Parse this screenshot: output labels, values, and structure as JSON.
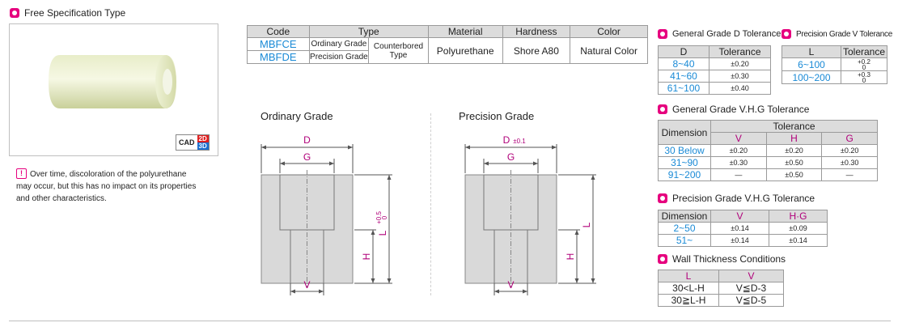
{
  "section_title": "Free Specification Type",
  "cad_badge": {
    "label": "CAD",
    "v2d": "2D",
    "v3d": "3D"
  },
  "note": {
    "icon": "!",
    "lines": [
      "Over time, discoloration of the polyurethane",
      "may occur, but this has no impact on its properties",
      "and other characteristics."
    ]
  },
  "spec_table": {
    "headers": {
      "code": "Code",
      "type": "Type",
      "material": "Material",
      "hardness": "Hardness",
      "color": "Color"
    },
    "rows": [
      {
        "code": "MBFCE",
        "grade": "Ordinary Grade"
      },
      {
        "code": "MBFDE",
        "grade": "Precision Grade"
      }
    ],
    "type_shape": "Counterbored Type",
    "material": "Polyurethane",
    "hardness": "Shore A80",
    "color": "Natural Color"
  },
  "diagram_ordinary": {
    "title": "Ordinary Grade",
    "labels": {
      "D": "D",
      "G": "G",
      "H": "H",
      "V": "V",
      "L": "L",
      "L_tol_plus": "+0.5",
      "L_tol_minus": "0"
    }
  },
  "diagram_precision": {
    "title": "Precision Grade",
    "labels": {
      "D": "D",
      "D_tol": "±0.1",
      "G": "G",
      "H": "H",
      "V": "V",
      "L": "L"
    }
  },
  "tol_d": {
    "title": "General Grade D Tolerance",
    "headers": [
      "D",
      "Tolerance"
    ],
    "rows": [
      [
        "8~40",
        "±0.20"
      ],
      [
        "41~60",
        "±0.30"
      ],
      [
        "61~100",
        "±0.40"
      ]
    ]
  },
  "tol_v": {
    "title": "Precision Grade V Tolerance",
    "headers": [
      "L",
      "Tolerance"
    ],
    "rows": [
      {
        "range": "6~100",
        "plus": "+0.2",
        "minus": "0"
      },
      {
        "range": "100~200",
        "plus": "+0.3",
        "minus": "0"
      }
    ]
  },
  "tol_vhg": {
    "title": "General Grade V.H.G Tolerance",
    "headers": {
      "dimension": "Dimension",
      "tolerance": "Tolerance",
      "cols": [
        "V",
        "H",
        "G"
      ]
    },
    "rows": [
      [
        "30 Below",
        "±0.20",
        "±0.20",
        "±0.20"
      ],
      [
        "31~90",
        "±0.30",
        "±0.50",
        "±0.30"
      ],
      [
        "91~200",
        "—",
        "±0.50",
        "—"
      ]
    ]
  },
  "tol_pvhg": {
    "title": "Precision Grade V.H.G Tolerance",
    "headers": [
      "Dimension",
      "V",
      "H·G"
    ],
    "rows": [
      [
        "2~50",
        "±0.14",
        "±0.09"
      ],
      [
        "51~",
        "±0.14",
        "±0.14"
      ]
    ]
  },
  "wall": {
    "title": "Wall Thickness Conditions",
    "headers": [
      "L",
      "V"
    ],
    "rows": [
      [
        "30<L-H",
        "V≦D-3"
      ],
      [
        "30≧L-H",
        "V≦D-5"
      ]
    ]
  },
  "colors": {
    "accent": "#e6007e",
    "code_blue": "#1a8ad6",
    "dim_label": "#b0007a",
    "part_fill": "#d9d9d9",
    "header_gray": "#dcdcdc"
  }
}
